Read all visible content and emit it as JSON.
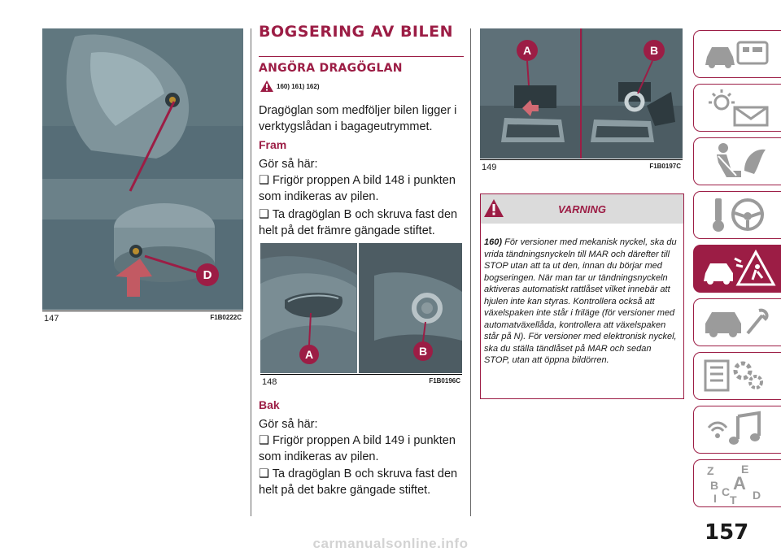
{
  "page": {
    "number": "157",
    "footer_watermark": "carmanualsonline.info"
  },
  "section": {
    "title": "BOGSERING AV BILEN",
    "subtitle": "ANGÖRA DRAGÖGLAN",
    "warning_refs": "160) 161) 162)"
  },
  "intro": "Dragöglan som medföljer bilen ligger i verktygslådan i bagageutrymmet.",
  "front": {
    "heading": "Fram",
    "lead": "Gör så här:",
    "steps": [
      "Frigör proppen A bild 148 i punkten som indikeras av pilen.",
      "Ta dragöglan B och skruva fast den helt på det främre gängade stiftet."
    ]
  },
  "rear": {
    "heading": "Bak",
    "lead": "Gör så här:",
    "steps": [
      "Frigör proppen A bild 149 i punkten som indikeras av pilen.",
      "Ta dragöglan B och skruva fast den helt på det bakre gängade stiftet."
    ]
  },
  "figures": [
    {
      "number": "147",
      "code": "F1B0222C",
      "callouts": [
        "D"
      ]
    },
    {
      "number": "148",
      "code": "F1B0196C",
      "callouts": [
        "A",
        "B"
      ]
    },
    {
      "number": "149",
      "code": "F1B0197C",
      "callouts": [
        "A",
        "B"
      ]
    }
  ],
  "warning": {
    "label": "VARNING",
    "ref": "160)",
    "text": "För versioner med mekanisk nyckel, ska du vrida tändningsnyckeln till MAR och därefter till STOP utan att ta ut den, innan du börjar med bogseringen. När man tar ur tändningsnyckeln aktiveras automatiskt rattlåset vilket innebär att hjulen inte kan styras. Kontrollera också att växelspaken inte står i friläge (för versioner med automatväxellåda, kontrollera att växelspaken står på N). För versioner med elektronisk nyckel, ska du ställa tändlåset på MAR och sedan STOP, utan att öppna bildörren."
  },
  "sidebar": {
    "tabs": [
      {
        "icon": "car-dashboard-icon",
        "active": false
      },
      {
        "icon": "warning-lights-message-icon",
        "active": false
      },
      {
        "icon": "seat-airbag-safety-icon",
        "active": false
      },
      {
        "icon": "key-steering-wheel-icon",
        "active": false
      },
      {
        "icon": "emergency-breakdown-icon",
        "active": true
      },
      {
        "icon": "car-maintenance-icon",
        "active": false
      },
      {
        "icon": "technical-data-icon",
        "active": false
      },
      {
        "icon": "multimedia-icon",
        "active": false
      }
    ],
    "index_letters": [
      "Z",
      "E",
      "B",
      "A",
      "I",
      "C",
      "T",
      "D"
    ]
  },
  "colors": {
    "accent": "#9c1d45",
    "warning_bg": "#dbdbdb",
    "figure_bg": "#4f6670"
  }
}
